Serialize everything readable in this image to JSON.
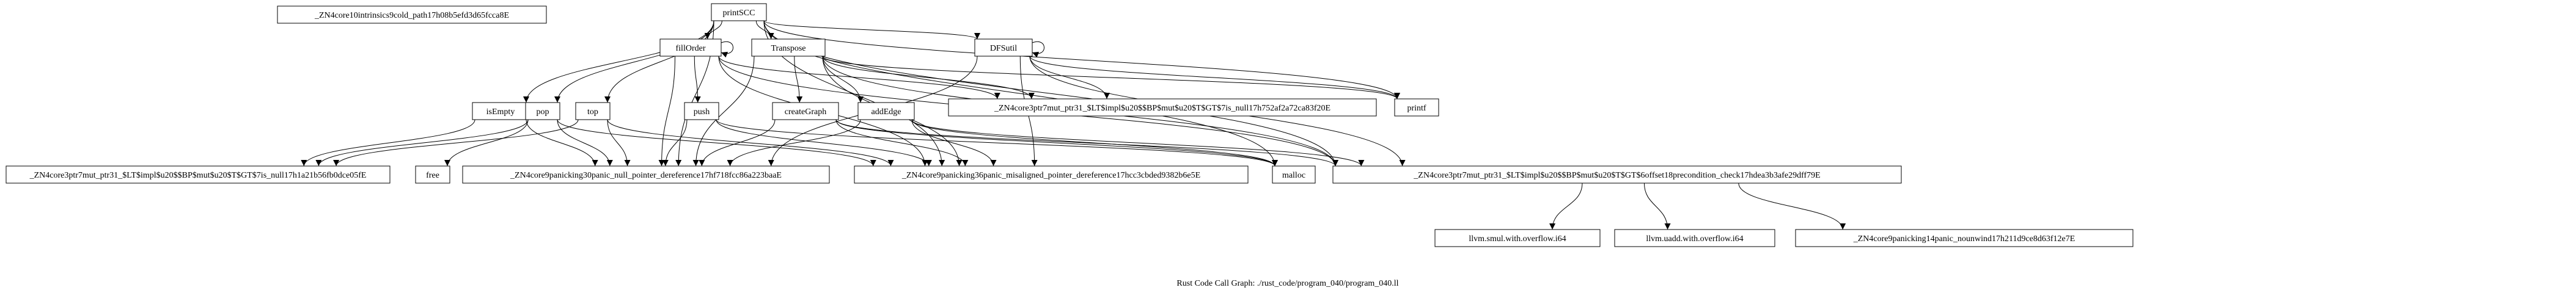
{
  "graph": {
    "caption": "Rust Code Call Graph: ./rust_code/program_040/program_040.ll",
    "nodes": [
      {
        "id": "cold_path",
        "label": "_ZN4core10intrinsics9cold_path17h08b5efd3d65fcca8E"
      },
      {
        "id": "printSCC",
        "label": "printSCC"
      },
      {
        "id": "fillOrder",
        "label": "fillOrder"
      },
      {
        "id": "Transpose",
        "label": "Transpose"
      },
      {
        "id": "DFSutil",
        "label": "DFSutil"
      },
      {
        "id": "isEmpty",
        "label": "isEmpty"
      },
      {
        "id": "pop",
        "label": "pop"
      },
      {
        "id": "top",
        "label": "top"
      },
      {
        "id": "push",
        "label": "push"
      },
      {
        "id": "createGraph",
        "label": "createGraph"
      },
      {
        "id": "addEdge",
        "label": "addEdge"
      },
      {
        "id": "is_null_752",
        "label": "_ZN4core3ptr7mut_ptr31_$LT$impl$u20$$BP$mut$u20$T$GT$7is_null17h752af2a72ca83f20E"
      },
      {
        "id": "printf",
        "label": "printf"
      },
      {
        "id": "is_null_a21b",
        "label": "_ZN4core3ptr7mut_ptr31_$LT$impl$u20$$BP$mut$u20$T$GT$7is_null17h1a21b56fb0dce05fE"
      },
      {
        "id": "free",
        "label": "free"
      },
      {
        "id": "panic_null",
        "label": "_ZN4core9panicking30panic_null_pointer_dereference17hf718fcc86a223baaE"
      },
      {
        "id": "panic_misaligned",
        "label": "_ZN4core9panicking36panic_misaligned_pointer_dereference17hcc3cbded9382b6e5E"
      },
      {
        "id": "malloc",
        "label": "malloc"
      },
      {
        "id": "offset_pre",
        "label": "_ZN4core3ptr7mut_ptr31_$LT$impl$u20$$BP$mut$u20$T$GT$6offset18precondition_check17hdea3b3afe29dff79E"
      },
      {
        "id": "smul",
        "label": "llvm.smul.with.overflow.i64"
      },
      {
        "id": "uadd",
        "label": "llvm.uadd.with.overflow.i64"
      },
      {
        "id": "panic_nounwind",
        "label": "_ZN4core9panicking14panic_nounwind17h211d9ce8d63f12e7E"
      }
    ],
    "edges": [
      [
        "printSCC",
        "fillOrder"
      ],
      [
        "printSCC",
        "Transpose"
      ],
      [
        "printSCC",
        "DFSutil"
      ],
      [
        "printSCC",
        "isEmpty"
      ],
      [
        "printSCC",
        "pop"
      ],
      [
        "printSCC",
        "top"
      ],
      [
        "printSCC",
        "printf"
      ],
      [
        "printSCC",
        "panic_null"
      ],
      [
        "printSCC",
        "panic_misaligned"
      ],
      [
        "printSCC",
        "malloc"
      ],
      [
        "printSCC",
        "offset_pre"
      ],
      [
        "fillOrder",
        "fillOrder"
      ],
      [
        "fillOrder",
        "push"
      ],
      [
        "fillOrder",
        "is_null_752"
      ],
      [
        "fillOrder",
        "panic_null"
      ],
      [
        "fillOrder",
        "panic_misaligned"
      ],
      [
        "fillOrder",
        "offset_pre"
      ],
      [
        "Transpose",
        "createGraph"
      ],
      [
        "Transpose",
        "addEdge"
      ],
      [
        "Transpose",
        "is_null_752"
      ],
      [
        "Transpose",
        "panic_null"
      ],
      [
        "Transpose",
        "panic_misaligned"
      ],
      [
        "Transpose",
        "offset_pre"
      ],
      [
        "Transpose",
        "printf"
      ],
      [
        "DFSutil",
        "DFSutil"
      ],
      [
        "DFSutil",
        "is_null_752"
      ],
      [
        "DFSutil",
        "printf"
      ],
      [
        "DFSutil",
        "panic_null"
      ],
      [
        "DFSutil",
        "panic_misaligned"
      ],
      [
        "DFSutil",
        "offset_pre"
      ],
      [
        "isEmpty",
        "is_null_a21b"
      ],
      [
        "isEmpty",
        "panic_null"
      ],
      [
        "pop",
        "is_null_a21b"
      ],
      [
        "pop",
        "free"
      ],
      [
        "pop",
        "panic_null"
      ],
      [
        "pop",
        "panic_misaligned"
      ],
      [
        "top",
        "is_null_a21b"
      ],
      [
        "top",
        "panic_null"
      ],
      [
        "top",
        "panic_misaligned"
      ],
      [
        "push",
        "malloc"
      ],
      [
        "push",
        "panic_null"
      ],
      [
        "push",
        "panic_misaligned"
      ],
      [
        "createGraph",
        "malloc"
      ],
      [
        "createGraph",
        "panic_null"
      ],
      [
        "createGraph",
        "panic_misaligned"
      ],
      [
        "createGraph",
        "offset_pre"
      ],
      [
        "addEdge",
        "malloc"
      ],
      [
        "addEdge",
        "panic_null"
      ],
      [
        "addEdge",
        "panic_misaligned"
      ],
      [
        "addEdge",
        "offset_pre"
      ],
      [
        "offset_pre",
        "smul"
      ],
      [
        "offset_pre",
        "uadd"
      ],
      [
        "offset_pre",
        "panic_nounwind"
      ]
    ]
  }
}
